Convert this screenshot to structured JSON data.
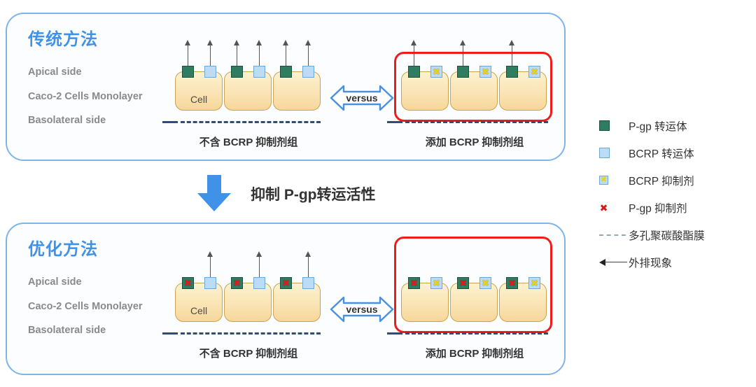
{
  "figure": {
    "panels": [
      {
        "id": "traditional",
        "title": "传统方法",
        "side_labels": [
          "Apical side",
          "Caco-2 Cells Monolayer",
          "Basolateral side"
        ],
        "versus_label": "versus",
        "groups": [
          {
            "id": "traditional-no-bcrp-inhibitor",
            "caption": "不含 BCRP 抑制剂组",
            "cell_label": "Cell",
            "cell_count": 3,
            "highlighted": false,
            "pgp_inhibited": false,
            "bcrp_inhibited": false,
            "pgp_efflux_arrow": true,
            "bcrp_efflux_arrow": true
          },
          {
            "id": "traditional-with-bcrp-inhibitor",
            "caption": "添加 BCRP 抑制剂组",
            "cell_label": "",
            "cell_count": 3,
            "highlighted": true,
            "pgp_inhibited": false,
            "bcrp_inhibited": true,
            "pgp_efflux_arrow": true,
            "bcrp_efflux_arrow": false
          }
        ]
      },
      {
        "id": "optimized",
        "title": "优化方法",
        "side_labels": [
          "Apical side",
          "Caco-2 Cells Monolayer",
          "Basolateral side"
        ],
        "versus_label": "versus",
        "groups": [
          {
            "id": "optimized-no-bcrp-inhibitor",
            "caption": "不含 BCRP 抑制剂组",
            "cell_label": "Cell",
            "cell_count": 3,
            "highlighted": false,
            "pgp_inhibited": true,
            "bcrp_inhibited": false,
            "pgp_efflux_arrow": false,
            "bcrp_efflux_arrow": true
          },
          {
            "id": "optimized-with-bcrp-inhibitor",
            "caption": "添加 BCRP 抑制剂组",
            "cell_label": "",
            "cell_count": 3,
            "highlighted": true,
            "pgp_inhibited": true,
            "bcrp_inhibited": true,
            "pgp_efflux_arrow": false,
            "bcrp_efflux_arrow": false
          }
        ]
      }
    ],
    "transition": {
      "label": "抑制 P-gp转运活性",
      "arrow_direction": "down",
      "arrow_color": "#3f92e8"
    },
    "legend": [
      {
        "icon": "pgp-transporter-swatch",
        "label": "P-gp 转运体",
        "color": "#2f7d61"
      },
      {
        "icon": "bcrp-transporter-swatch",
        "label": "BCRP 转运体",
        "color": "#bcdcf5"
      },
      {
        "icon": "bcrp-inhibitor-swatch",
        "label": "BCRP 抑制剂",
        "color": "#e8d21a"
      },
      {
        "icon": "pgp-inhibitor-swatch",
        "label": "P-gp 抑制剂",
        "color": "#d81919"
      },
      {
        "icon": "dashed-membrane-line",
        "label": "多孔聚碳酸酯膜",
        "color": "#9aa7bb"
      },
      {
        "icon": "efflux-arrow",
        "label": "外排现象",
        "color": "#222222"
      }
    ],
    "marks": {
      "inhibitor_glyph": "✖",
      "panel_border_color": "#7fb4e8",
      "title_color": "#3f92e8",
      "highlight_color": "#ee1c1c",
      "membrane_color": "#2e4d7b",
      "cell_fill": "#fae4b4"
    }
  }
}
